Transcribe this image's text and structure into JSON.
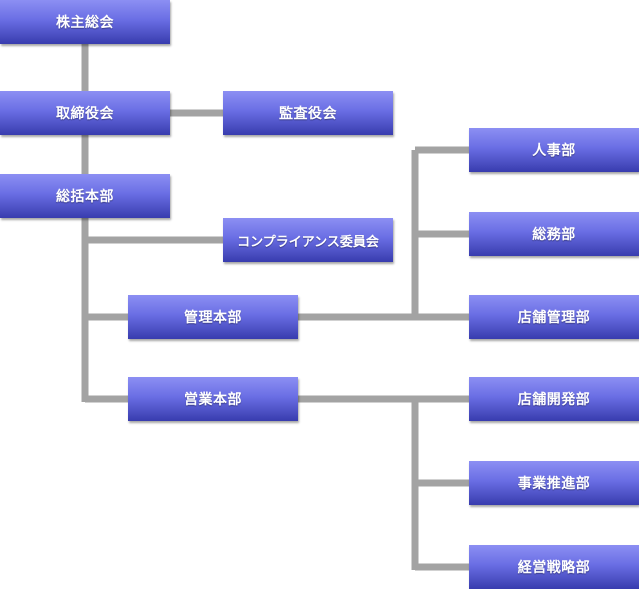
{
  "org_chart": {
    "shareholders_meeting": "株主総会",
    "board_of_directors": "取締役会",
    "audit_committee": "監査役会",
    "general_headquarters": "総括本部",
    "compliance_committee": "コンプライアンス委員会",
    "administration_division": "管理本部",
    "sales_division": "営業本部",
    "human_resources": "人事部",
    "general_affairs": "総務部",
    "store_management": "店舗管理部",
    "store_development": "店舗開発部",
    "business_promotion": "事業推進部",
    "business_strategy": "経営戦略部"
  },
  "colors": {
    "connector": "#a3a3a3",
    "node_top": "#8c8ff3",
    "node_bottom": "#383cae",
    "text": "#ffffff"
  }
}
